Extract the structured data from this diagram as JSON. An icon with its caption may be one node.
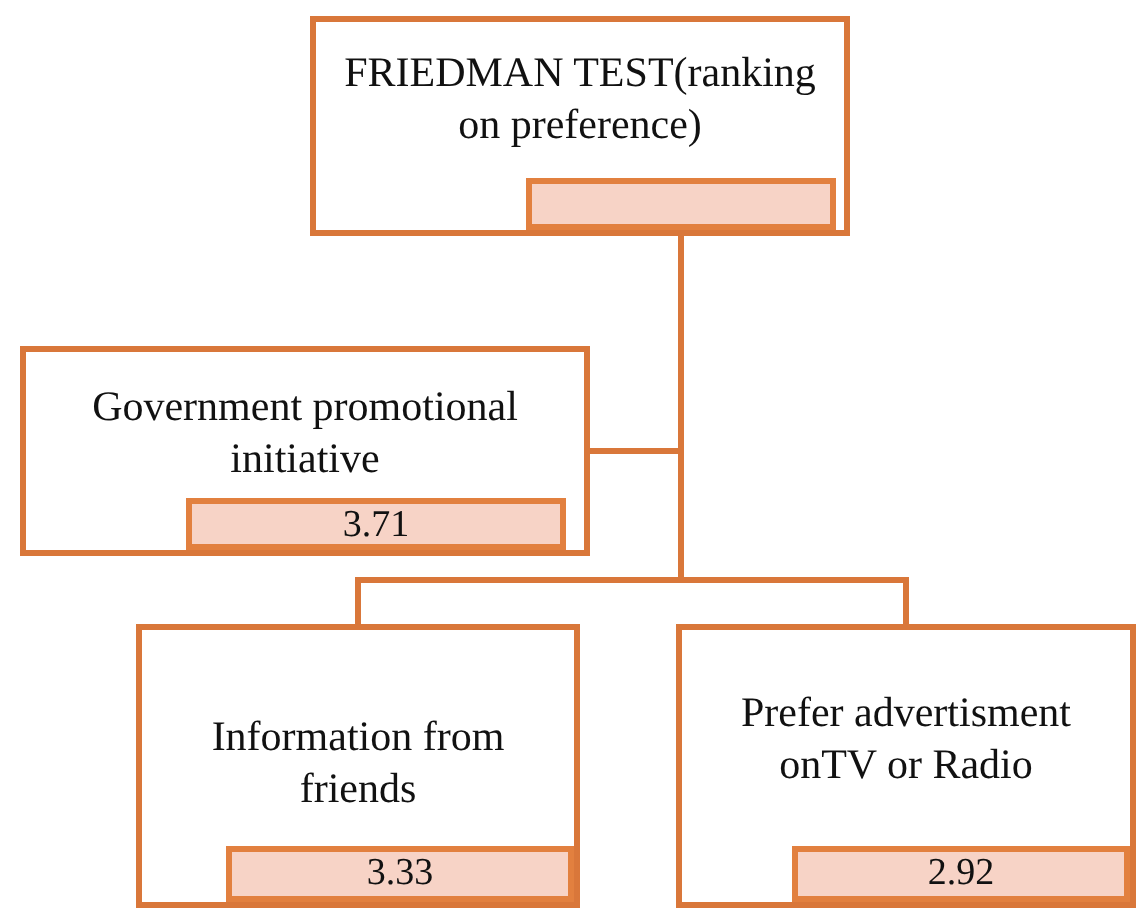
{
  "diagram": {
    "nodes": [
      {
        "text": [
          "FRIEDMAN TEST(ranking on preference)"
        ]
      },
      {
        "text": [],
        "shape": "bar",
        "in": 0
      },
      {
        "text": [
          "Government promotional initiative"
        ]
      },
      {
        "text": [
          "3.71"
        ],
        "in": 2
      },
      {
        "text": [
          "Information from friends"
        ]
      },
      {
        "text": [
          "3.33"
        ],
        "in": 4
      },
      {
        "text": [
          "Prefer advertisment onTV or Radio"
        ]
      },
      {
        "text": [
          "2.92"
        ],
        "in": 6
      }
    ],
    "edges": [
      {
        "from": 1,
        "to": 2,
        "arrow": "none"
      },
      {
        "from": 1,
        "to": 4,
        "arrow": "none"
      },
      {
        "from": 1,
        "to": 6,
        "arrow": "none"
      }
    ]
  }
}
